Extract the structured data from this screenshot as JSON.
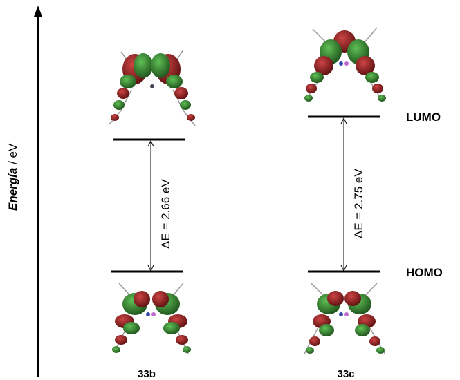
{
  "axis": {
    "title_em": "Energía",
    "title_rest": " / eV"
  },
  "levels": {
    "lumo_label": "LUMO",
    "homo_label": "HOMO"
  },
  "compounds": [
    {
      "id": "33b",
      "label": "33b",
      "gap_label": "ΔE = 2.66 eV",
      "gap_eV": 2.66
    },
    {
      "id": "33c",
      "label": "33c",
      "gap_label": "ΔE = 2.75 eV",
      "gap_eV": 2.75
    }
  ],
  "colors": {
    "lobe_red": "#8e1b1b",
    "lobe_green": "#2f7a2a",
    "bond_gray": "#9a9a9a",
    "line": "#000000"
  }
}
